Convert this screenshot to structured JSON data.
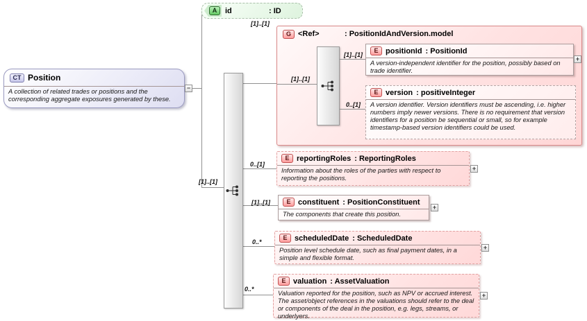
{
  "colors": {
    "complex_type_fill": "#e9e9f7",
    "complex_type_border": "#9a9ac0",
    "attribute_fill": "#def3de",
    "attribute_badge_fill": "#63c863",
    "group_fill": "#ffdede",
    "group_border": "#d98989",
    "element_badge_fill": "#ff9e9e",
    "connector": "#909090"
  },
  "root": {
    "badge": "CT",
    "name": "Position",
    "description": "A collection of related trades or positions and the corresponding aggregate exposures generated by these.",
    "cardinality": "[1]..[1]",
    "collapse_glyph": "−"
  },
  "attribute": {
    "badge": "A",
    "name": "id",
    "type": ": ID"
  },
  "group": {
    "badge": "G",
    "name": "<Ref>",
    "type": ": PositionIdAndVersion.model",
    "cardinality": "[1]..[1]",
    "sequence_cardinality": "[1]..[1]",
    "children": [
      {
        "badge": "E",
        "name": "positionId",
        "type": ": PositionId",
        "cardinality": "[1]..[1]",
        "description": "A version-independent identifier for the position, possibly based on trade identifier.",
        "expand_glyph": "+"
      },
      {
        "badge": "E",
        "name": "version",
        "type": ": positiveInteger",
        "cardinality": "0..[1]",
        "description": "A version identifier. Version identifiers must be ascending, i.e. higher numbers imply newer versions. There is no requirement that version identifiers for a position be sequential or small, so for example timestamp-based version identifiers could be used."
      }
    ]
  },
  "elements": [
    {
      "badge": "E",
      "name": "reportingRoles",
      "type": ": ReportingRoles",
      "cardinality": "0..[1]",
      "description": "Information about the roles of the parties with respect to reporting the positions.",
      "expand_glyph": "+"
    },
    {
      "badge": "E",
      "name": "constituent",
      "type": ": PositionConstituent",
      "cardinality": "[1]..[1]",
      "description": "The components that create this position.",
      "expand_glyph": "+"
    },
    {
      "badge": "E",
      "name": "scheduledDate",
      "type": ": ScheduledDate",
      "cardinality": "0..*",
      "description": "Position level schedule date, such as final payment dates, in a simple and flexible format.",
      "expand_glyph": "+"
    },
    {
      "badge": "E",
      "name": "valuation",
      "type": ": AssetValuation",
      "cardinality": "0..*",
      "description": "Valuation reported for the position, such as NPV or accrued interest. The asset/object references in the valuations should refer to the deal or components of the deal in the position, e.g. legs, streams, or underlyers.",
      "expand_glyph": "+"
    }
  ]
}
